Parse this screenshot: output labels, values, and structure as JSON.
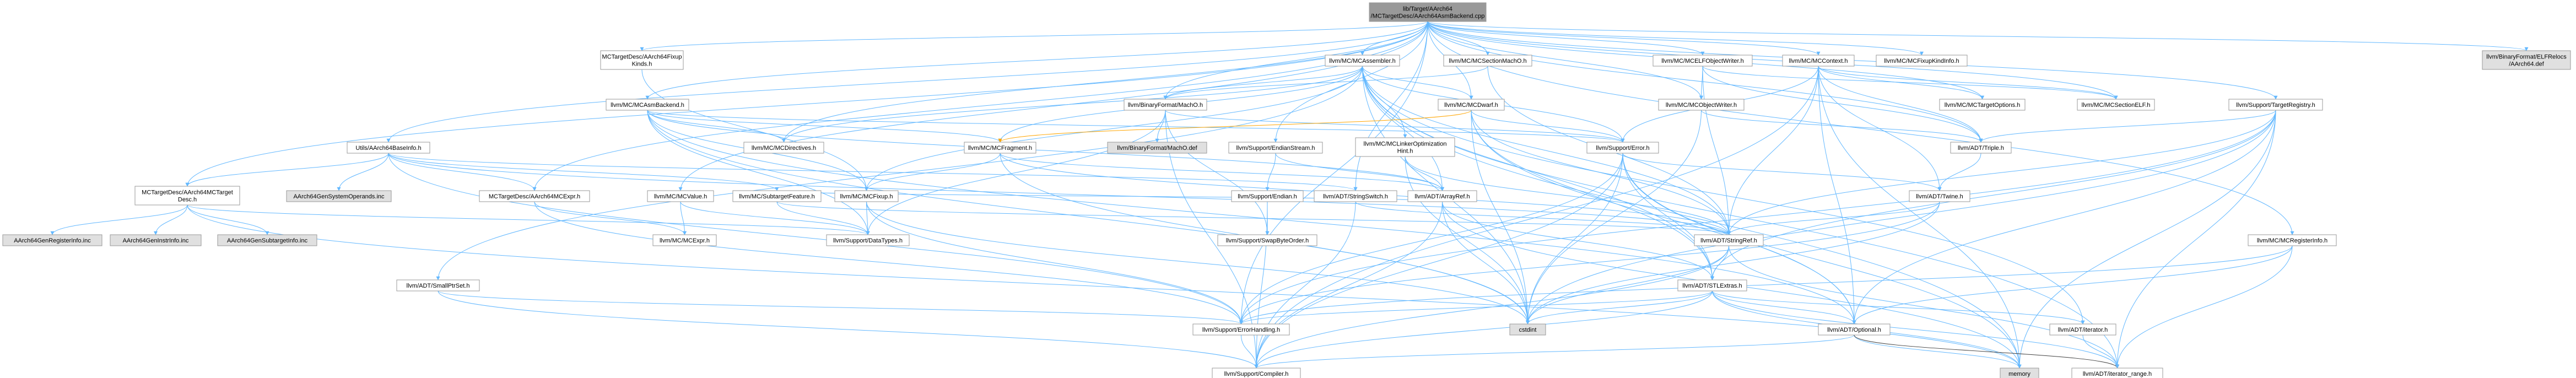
{
  "colors": {
    "root_fill": "#999999",
    "node_fill": "#ffffff",
    "external_fill": "#e0e0e0",
    "node_stroke": "#999999",
    "red_text": "#ff0000",
    "black_text": "#000000",
    "edge_blue": "#63b8ff",
    "edge_orange": "#ffa500",
    "edge_gray": "#404040"
  },
  "nodes": [
    {
      "id": "root",
      "lines": [
        "lib/Target/AArch64",
        "/MCTargetDesc/AArch64AsmBackend.cpp"
      ],
      "kind": "root"
    },
    {
      "id": "fixupKinds",
      "lines": [
        "MCTargetDesc/AArch64Fixup",
        "Kinds.h"
      ],
      "kind": "normal"
    },
    {
      "id": "mcAssembler",
      "lines": [
        "llvm/MC/MCAssembler.h"
      ],
      "kind": "link"
    },
    {
      "id": "sectionMachO",
      "lines": [
        "llvm/MC/MCSectionMachO.h"
      ],
      "kind": "link"
    },
    {
      "id": "elfObjWriter",
      "lines": [
        "llvm/MC/MCELFObjectWriter.h"
      ],
      "kind": "link"
    },
    {
      "id": "mcContext",
      "lines": [
        "llvm/MC/MCContext.h"
      ],
      "kind": "link"
    },
    {
      "id": "fixupKindInfo",
      "lines": [
        "llvm/MC/MCFixupKindInfo.h"
      ],
      "kind": "normal"
    },
    {
      "id": "elfRelocs",
      "lines": [
        "llvm/BinaryFormat/ELFRelocs",
        "/AArch64.def"
      ],
      "kind": "external"
    },
    {
      "id": "asmBackend",
      "lines": [
        "llvm/MC/MCAsmBackend.h"
      ],
      "kind": "normal"
    },
    {
      "id": "binMachO",
      "lines": [
        "llvm/BinaryFormat/MachO.h"
      ],
      "kind": "normal"
    },
    {
      "id": "mcDwarf",
      "lines": [
        "llvm/MC/MCDwarf.h"
      ],
      "kind": "link"
    },
    {
      "id": "mcObjWriter",
      "lines": [
        "llvm/MC/MCObjectWriter.h"
      ],
      "kind": "normal"
    },
    {
      "id": "targetOptions",
      "lines": [
        "llvm/MC/MCTargetOptions.h"
      ],
      "kind": "link"
    },
    {
      "id": "sectionELF",
      "lines": [
        "llvm/MC/MCSectionELF.h"
      ],
      "kind": "link"
    },
    {
      "id": "targetRegistry",
      "lines": [
        "llvm/Support/TargetRegistry.h"
      ],
      "kind": "link"
    },
    {
      "id": "baseInfo",
      "lines": [
        "Utils/AArch64BaseInfo.h"
      ],
      "kind": "normal"
    },
    {
      "id": "mcDirectives",
      "lines": [
        "llvm/MC/MCDirectives.h"
      ],
      "kind": "normal"
    },
    {
      "id": "mcFragment",
      "lines": [
        "llvm/MC/MCFragment.h"
      ],
      "kind": "link"
    },
    {
      "id": "machODef",
      "lines": [
        "llvm/BinaryFormat/MachO.def"
      ],
      "kind": "external"
    },
    {
      "id": "endianStream",
      "lines": [
        "llvm/Support/EndianStream.h"
      ],
      "kind": "link"
    },
    {
      "id": "linkerOpt",
      "lines": [
        "llvm/MC/MCLinkerOptimization",
        "Hint.h"
      ],
      "kind": "link"
    },
    {
      "id": "supportError",
      "lines": [
        "llvm/Support/Error.h"
      ],
      "kind": "link"
    },
    {
      "id": "triple",
      "lines": [
        "llvm/ADT/Triple.h"
      ],
      "kind": "normal"
    },
    {
      "id": "mcTargetDesc",
      "lines": [
        "MCTargetDesc/AArch64MCTarget",
        "Desc.h"
      ],
      "kind": "normal"
    },
    {
      "id": "sysOperands",
      "lines": [
        "AArch64GenSystemOperands.inc"
      ],
      "kind": "external"
    },
    {
      "id": "mcExprH",
      "lines": [
        "MCTargetDesc/AArch64MCExpr.h"
      ],
      "kind": "normal"
    },
    {
      "id": "mcValue",
      "lines": [
        "llvm/MC/MCValue.h"
      ],
      "kind": "link"
    },
    {
      "id": "subtargetFeature",
      "lines": [
        "llvm/MC/SubtargetFeature.h"
      ],
      "kind": "normal"
    },
    {
      "id": "mcFixup",
      "lines": [
        "llvm/MC/MCFixup.h"
      ],
      "kind": "link"
    },
    {
      "id": "endian",
      "lines": [
        "llvm/Support/Endian.h"
      ],
      "kind": "link"
    },
    {
      "id": "stringSwitch",
      "lines": [
        "llvm/ADT/StringSwitch.h"
      ],
      "kind": "link"
    },
    {
      "id": "arrayRef",
      "lines": [
        "llvm/ADT/ArrayRef.h"
      ],
      "kind": "link"
    },
    {
      "id": "twine",
      "lines": [
        "llvm/ADT/Twine.h"
      ],
      "kind": "link"
    },
    {
      "id": "genRegInfo",
      "lines": [
        "AArch64GenRegisterInfo.inc"
      ],
      "kind": "external"
    },
    {
      "id": "genInstrInfo",
      "lines": [
        "AArch64GenInstrInfo.inc"
      ],
      "kind": "external"
    },
    {
      "id": "genSubtargetInfo",
      "lines": [
        "AArch64GenSubtargetInfo.inc"
      ],
      "kind": "external"
    },
    {
      "id": "mcMCExpr",
      "lines": [
        "llvm/MC/MCExpr.h"
      ],
      "kind": "link"
    },
    {
      "id": "dataTypes",
      "lines": [
        "llvm/Support/DataTypes.h"
      ],
      "kind": "link"
    },
    {
      "id": "swapByteOrder",
      "lines": [
        "llvm/Support/SwapByteOrder.h"
      ],
      "kind": "link"
    },
    {
      "id": "stringRef",
      "lines": [
        "llvm/ADT/StringRef.h"
      ],
      "kind": "link"
    },
    {
      "id": "mcRegInfo",
      "lines": [
        "llvm/MC/MCRegisterInfo.h"
      ],
      "kind": "link"
    },
    {
      "id": "smallPtrSet",
      "lines": [
        "llvm/ADT/SmallPtrSet.h"
      ],
      "kind": "link"
    },
    {
      "id": "stlExtras",
      "lines": [
        "llvm/ADT/STLExtras.h"
      ],
      "kind": "link"
    },
    {
      "id": "errorHandling",
      "lines": [
        "llvm/Support/ErrorHandling.h"
      ],
      "kind": "link"
    },
    {
      "id": "cstdint",
      "lines": [
        "cstdint"
      ],
      "kind": "external"
    },
    {
      "id": "optional",
      "lines": [
        "llvm/ADT/Optional.h"
      ],
      "kind": "link"
    },
    {
      "id": "iterator",
      "lines": [
        "llvm/ADT/iterator.h"
      ],
      "kind": "link"
    },
    {
      "id": "compiler",
      "lines": [
        "llvm/Support/Compiler.h"
      ],
      "kind": "link"
    },
    {
      "id": "memory",
      "lines": [
        "memory"
      ],
      "kind": "external"
    },
    {
      "id": "iteratorRange",
      "lines": [
        "llvm/ADT/iterator_range.h"
      ],
      "kind": "link"
    }
  ]
}
